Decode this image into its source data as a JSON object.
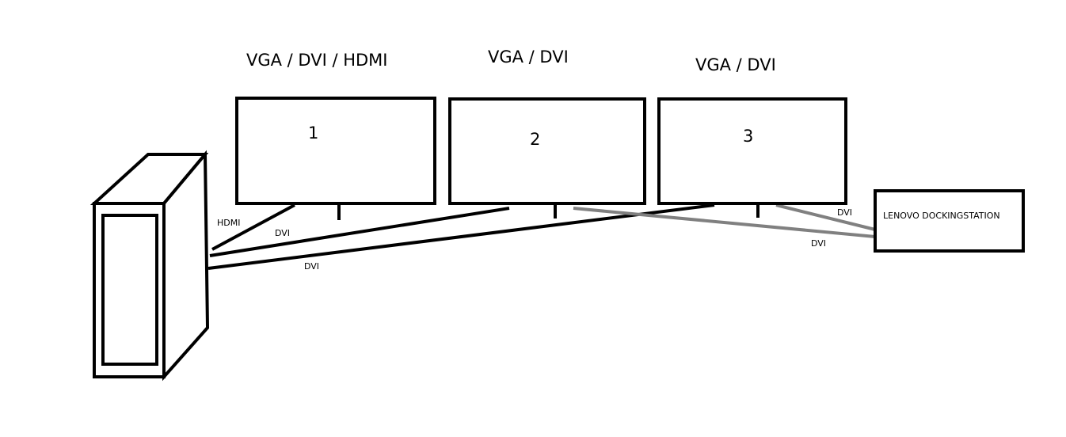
{
  "monitors": [
    {
      "number": "1",
      "ports": "VGA / DVI / HDMI"
    },
    {
      "number": "2",
      "ports": "VGA / DVI"
    },
    {
      "number": "3",
      "ports": "VGA / DVI"
    }
  ],
  "dock": {
    "label": "LENOVO DOCKINGSTATION"
  },
  "cables": [
    {
      "label": "HDMI",
      "color": "#000000"
    },
    {
      "label": "DVI",
      "color": "#000000"
    },
    {
      "label": "DVI",
      "color": "#000000"
    },
    {
      "label": "DVI",
      "color": "#808080"
    },
    {
      "label": "DVI",
      "color": "#808080"
    }
  ],
  "colors": {
    "line": "#000000",
    "dock_cable": "#808080",
    "background": "#ffffff"
  }
}
